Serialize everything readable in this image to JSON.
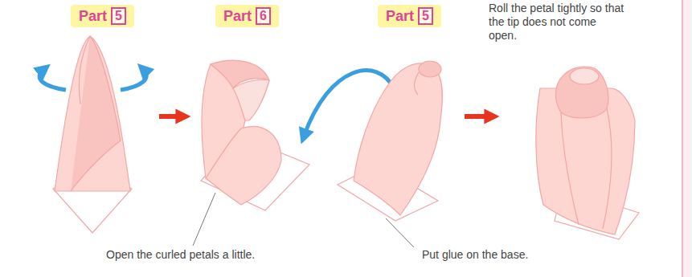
{
  "diagram": {
    "nodes": [
      {
        "text": [
          "Part",
          "5"
        ]
      },
      {
        "text": [
          "Part",
          "6"
        ]
      },
      {
        "text": [
          "Part",
          "5"
        ]
      }
    ],
    "labels": [
      "Roll the petal tightly so that the tip does not come open.",
      "Open the curled petals a little.",
      "Put glue on the base."
    ]
  }
}
